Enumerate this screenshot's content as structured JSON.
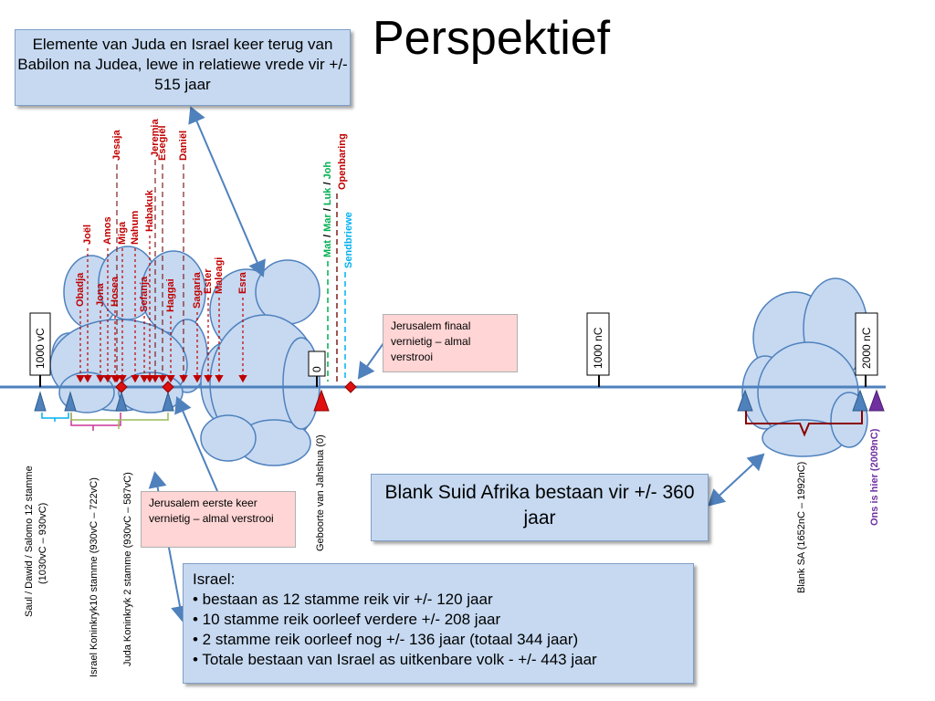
{
  "title": "Perspektief",
  "callouts": {
    "top": "Elemente van Juda en Israel keer terug van Babilon na Judea, lewe in relatiewe vrede vir +/- 515 jaar",
    "jerusalem_final": "Jerusalem finaal vernietig – almal verstrooi",
    "jerusalem_first": "Jerusalem eerste keer vernietig – almal verstrooi",
    "blank_sa": "Blank Suid Afrika bestaan vir +/- 360 jaar",
    "israel_heading": "Israel:",
    "israel_bullets": [
      "• bestaan as 12 stamme reik vir +/- 120 jaar",
      "• 10 stamme reik oorleef verdere +/- 208 jaar",
      "• 2 stamme reik oorleef nog +/- 136 jaar (totaal 344 jaar)",
      "• Totale bestaan van Israel as uitkenbare volk - +/- 443 jaar"
    ]
  },
  "timeline": {
    "markers": [
      "1000 vC",
      "0",
      "1000 nC",
      "2000 nC"
    ],
    "events_below": [
      "Saul / Dawid / Salomo  12 stamme",
      "(1030vC – 930vC)",
      "Israel Koninkryk10 stamme (930vC – 722vC)",
      "Juda Koninkryk 2 stamme (930vC – 587vC)",
      "Geboorte van Jahshua (0)",
      "Blank SA (1652nC – 1992nC)",
      "Ons is hier (2009nC)"
    ]
  },
  "prophets": [
    "Obadja",
    "Joël",
    "Jona",
    "Amos",
    "Hosea",
    "Miga",
    "Nahum",
    "Sefanja",
    "Habakuk",
    "Jesaja",
    "Jeremia",
    "Haggai",
    "Esegiël",
    "Daniël",
    "Sagaria",
    "Ester",
    "Maleagi",
    "Esra"
  ],
  "new_testament": {
    "gospels": [
      "Mat",
      "Mar",
      "Luk",
      "Joh"
    ],
    "gospel_separator": " / ",
    "revelation": "Openbaring",
    "letters": "Sendbriewe"
  },
  "colors": {
    "timeline": "#4f81bd",
    "cloud_fill": "#c6d9f1",
    "cloud_stroke": "#4f81bd",
    "prophet_red": "#c00000",
    "prophet_dash": "#7f1f1f",
    "gospel_green": "#00b050",
    "letters_cyan": "#00b0f0",
    "revelation_red": "#c00000",
    "diamond_red": "#e01010",
    "marker_purple": "#7030a0",
    "bracket_dark_red": "#8b0000"
  }
}
